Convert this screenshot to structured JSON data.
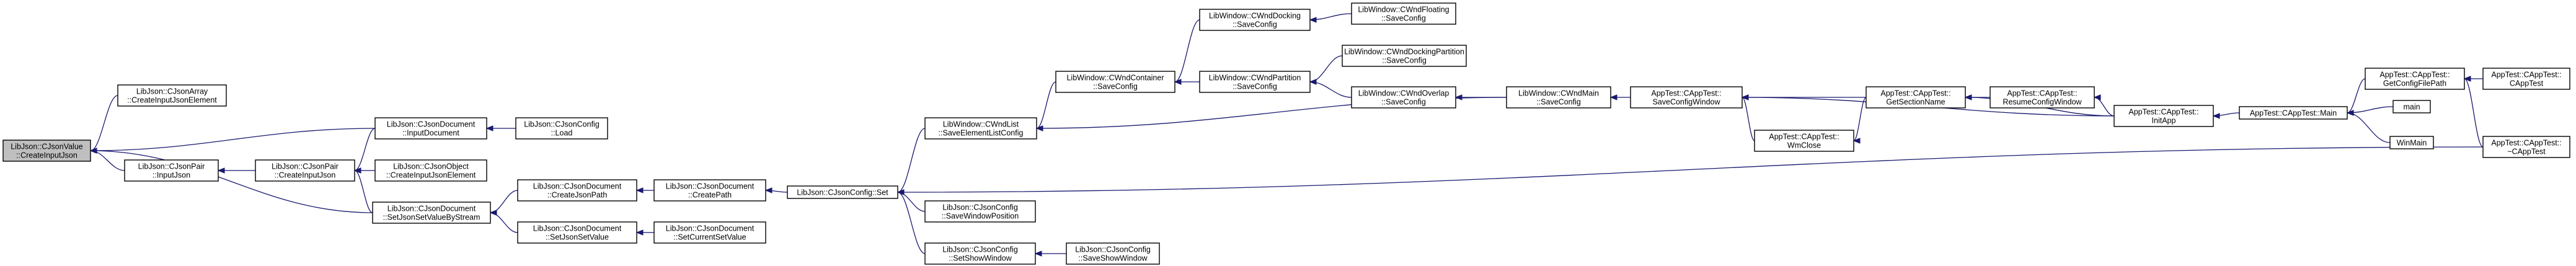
{
  "graph": {
    "edge_color": "#191970",
    "root_fill": "#bfbfbf",
    "node_fill": "#ffffff",
    "nodes": [
      {
        "id": "n0",
        "lines": [
          "LibJson::CJsonValue",
          "::CreateInputJson"
        ],
        "root": true
      },
      {
        "id": "n1",
        "lines": [
          "LibJson::CJsonArray",
          "::CreateInputJsonElement"
        ]
      },
      {
        "id": "n2",
        "lines": [
          "LibJson::CJsonPair",
          "::InputJson"
        ]
      },
      {
        "id": "n3",
        "lines": [
          "LibJson::CJsonPair",
          "::CreateInputJson"
        ]
      },
      {
        "id": "n4",
        "lines": [
          "LibJson::CJsonDocument",
          "::InputDocument"
        ]
      },
      {
        "id": "n5",
        "lines": [
          "LibJson::CJsonObject",
          "::CreateInputJsonElement"
        ]
      },
      {
        "id": "n6",
        "lines": [
          "LibJson::CJsonDocument",
          "::SetJsonSetValueByStream"
        ]
      },
      {
        "id": "n7",
        "lines": [
          "LibJson::CJsonConfig",
          "::Load"
        ]
      },
      {
        "id": "n8",
        "lines": [
          "LibJson::CJsonDocument",
          "::CreateJsonPath"
        ]
      },
      {
        "id": "n9",
        "lines": [
          "LibJson::CJsonDocument",
          "::SetJsonSetValue"
        ]
      },
      {
        "id": "n10",
        "lines": [
          "LibJson::CJsonDocument",
          "::CreatePath"
        ]
      },
      {
        "id": "n11",
        "lines": [
          "LibJson::CJsonDocument",
          "::SetCurrentSetValue"
        ]
      },
      {
        "id": "n12",
        "lines": [
          "LibJson::CJsonConfig::Set"
        ]
      },
      {
        "id": "n13",
        "lines": [
          "LibWindow::CWndList",
          "::SaveElementListConfig"
        ]
      },
      {
        "id": "n14",
        "lines": [
          "LibJson::CJsonConfig",
          "::SaveWindowPosition"
        ]
      },
      {
        "id": "n15",
        "lines": [
          "LibJson::CJsonConfig",
          "::SetShowWindow"
        ]
      },
      {
        "id": "n16",
        "lines": [
          "LibWindow::CWndContainer",
          "::SaveConfig"
        ]
      },
      {
        "id": "n17",
        "lines": [
          "LibJson::CJsonConfig",
          "::SaveShowWindow"
        ]
      },
      {
        "id": "n18",
        "lines": [
          "LibWindow::CWndDocking",
          "::SaveConfig"
        ]
      },
      {
        "id": "n19",
        "lines": [
          "LibWindow::CWndPartition",
          "::SaveConfig"
        ]
      },
      {
        "id": "n20",
        "lines": [
          "LibWindow::CWndFloating",
          "::SaveConfig"
        ]
      },
      {
        "id": "n21",
        "lines": [
          "LibWindow::CWndDockingPartition",
          "::SaveConfig"
        ]
      },
      {
        "id": "n22",
        "lines": [
          "LibWindow::CWndOverlap",
          "::SaveConfig"
        ]
      },
      {
        "id": "n23",
        "lines": [
          "LibWindow::CWndMain",
          "::SaveConfig"
        ]
      },
      {
        "id": "n24",
        "lines": [
          "AppTest::CAppTest::",
          "SaveConfigWindow"
        ]
      },
      {
        "id": "n25",
        "lines": [
          "AppTest::CAppTest::",
          "WmClose"
        ]
      },
      {
        "id": "n26",
        "lines": [
          "AppTest::CAppTest::",
          "GetSectionName"
        ]
      },
      {
        "id": "n27",
        "lines": [
          "AppTest::CAppTest::",
          "ResumeConfigWindow"
        ]
      },
      {
        "id": "n28",
        "lines": [
          "AppTest::CAppTest::",
          "InitApp"
        ]
      },
      {
        "id": "n29",
        "lines": [
          "AppTest::CAppTest::Main"
        ]
      },
      {
        "id": "n30",
        "lines": [
          "AppTest::CAppTest::",
          "GetConfigFilePath"
        ]
      },
      {
        "id": "n31",
        "lines": [
          "main"
        ]
      },
      {
        "id": "n32",
        "lines": [
          "WinMain"
        ]
      },
      {
        "id": "n33",
        "lines": [
          "AppTest::CAppTest::",
          "CAppTest"
        ]
      },
      {
        "id": "n34",
        "lines": [
          "AppTest::CAppTest::",
          "~CAppTest"
        ]
      }
    ]
  }
}
